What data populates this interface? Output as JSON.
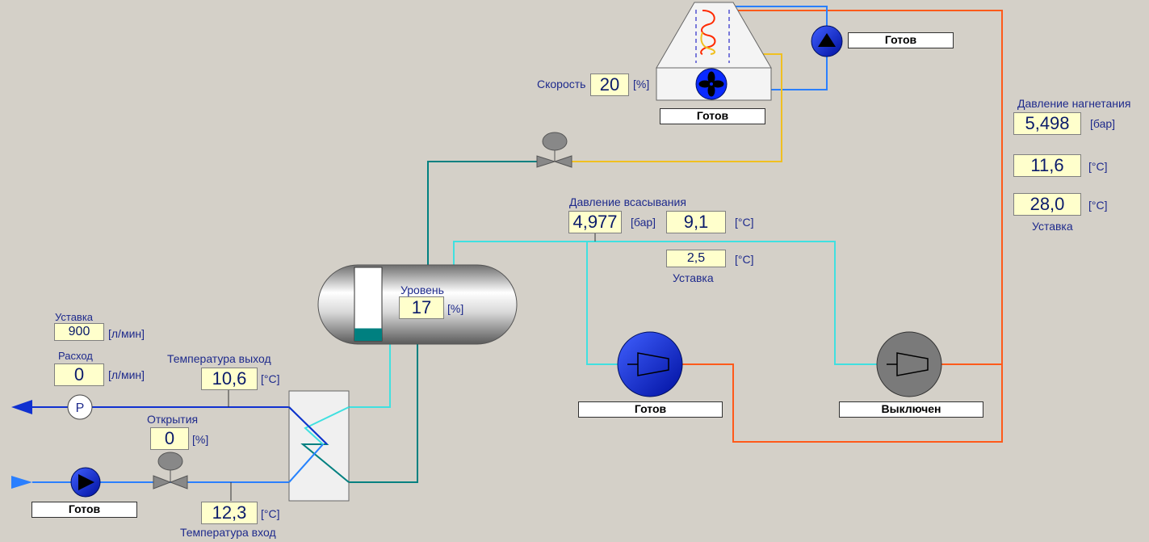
{
  "colors": {
    "background": "#d4d0c8",
    "hot_line": "#ff2a00",
    "discharge_line": "#ff5a1a",
    "liquid_line": "#f0c020",
    "suction_line": "#40e0e0",
    "teal_line": "#008080",
    "water_line": "#1030d0",
    "water_in_line": "#2a7fff",
    "pump_blue": "#0a2aff",
    "value_bg": "#ffffcc",
    "text": "#1e2a8c"
  },
  "condenser": {
    "fan_speed_label": "Скорость",
    "fan_speed_value": "20",
    "fan_speed_unit": "[%]",
    "status": "Готов",
    "fan_icon": "fan-icon"
  },
  "condenser_pump": {
    "status": "Готов",
    "icon": "pump-triangle-icon"
  },
  "discharge": {
    "pressure_label": "Давление нагнетания",
    "pressure_value": "5,498",
    "pressure_unit": "[бар]",
    "temperature_value": "11,6",
    "temperature_unit": "[°C]",
    "setpoint_value": "28,0",
    "setpoint_unit": "[°C]",
    "setpoint_label": "Уставка"
  },
  "suction": {
    "pressure_label": "Давление всасывания",
    "pressure_value": "4,977",
    "pressure_unit": "[бар]",
    "temperature_value": "9,1",
    "temperature_unit": "[°C]",
    "setpoint_value": "2,5",
    "setpoint_unit": "[°C]",
    "setpoint_label": "Уставка"
  },
  "receiver": {
    "level_label": "Уровень",
    "level_value": "17",
    "level_unit": "[%]",
    "level_fraction": 0.17
  },
  "compressor_1": {
    "status": "Готов"
  },
  "compressor_2": {
    "status": "Выключен"
  },
  "water": {
    "flow_setpoint_label": "Уставка",
    "flow_setpoint_value": "900",
    "flow_setpoint_unit": "[л/мин]",
    "flow_label": "Расход",
    "flow_value": "0",
    "flow_unit": "[л/мин]",
    "temp_out_label": "Температура выход",
    "temp_out_value": "10,6",
    "temp_out_unit": "[°C]",
    "valve_opening_label": "Открытия",
    "valve_opening_value": "0",
    "valve_opening_unit": "[%]",
    "temp_in_label": "Температура вход",
    "temp_in_value": "12,3",
    "temp_in_unit": "[°C]",
    "flow_meter_symbol": "P",
    "pump_status": "Готов"
  }
}
